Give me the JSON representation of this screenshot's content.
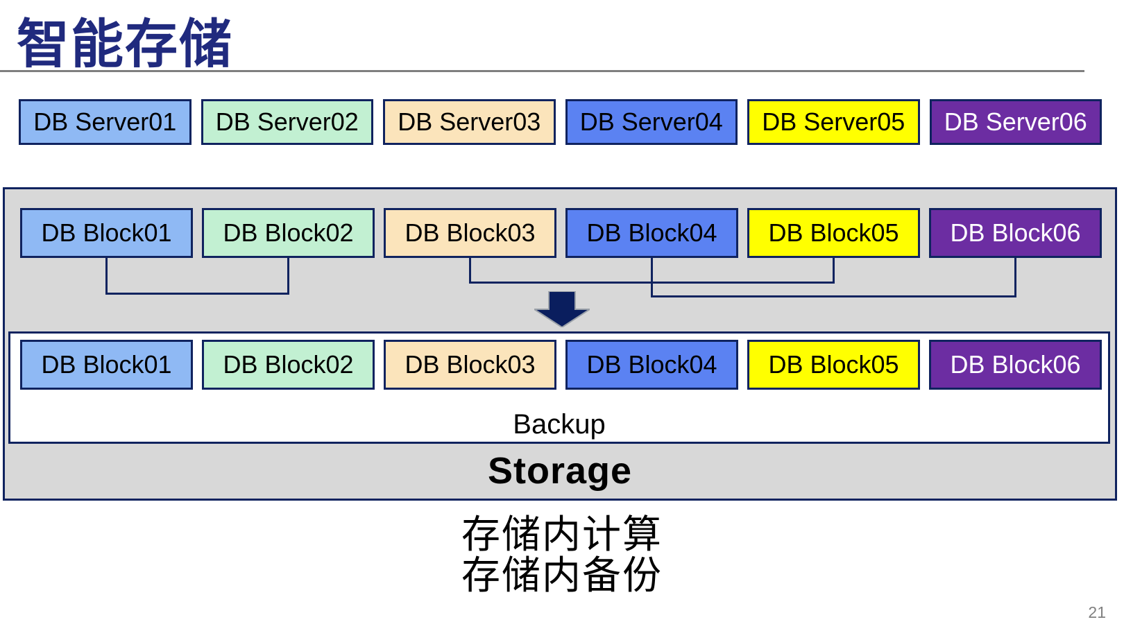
{
  "title": "智能存储",
  "servers": [
    "DB Server01",
    "DB Server02",
    "DB Server03",
    "DB Server04",
    "DB Server05",
    "DB Server06"
  ],
  "blocks": [
    "DB Block01",
    "DB Block02",
    "DB Block03",
    "DB Block04",
    "DB Block05",
    "DB Block06"
  ],
  "backup_label": "Backup",
  "storage_label": "Storage",
  "captions": [
    "存储内计算",
    "存储内备份"
  ],
  "page_number": "21",
  "connections": [
    [
      "DB Block01",
      "DB Block02"
    ],
    [
      "DB Block03",
      "DB Block05"
    ],
    [
      "DB Block04",
      "DB Block06"
    ]
  ],
  "icons": {
    "down_arrow": "block-arrow-down-icon"
  },
  "colors": {
    "navy_border": "#10235F",
    "title_navy": "#202A7E",
    "divider_gray": "#7F7F7F",
    "container_fill": "#D8D8D8",
    "arrow_navy": "#0A1E5E",
    "arrow_outline": "#9AA0A8",
    "pagenum_gray": "#808080",
    "box_fills": [
      "#8FB9F4",
      "#C2F0D2",
      "#FBE4BB",
      "#5B82F2",
      "#FFFF00",
      "#6C2DA2"
    ],
    "box_text": [
      "#000000",
      "#000000",
      "#000000",
      "#000000",
      "#000000",
      "#FFFFFF"
    ]
  }
}
